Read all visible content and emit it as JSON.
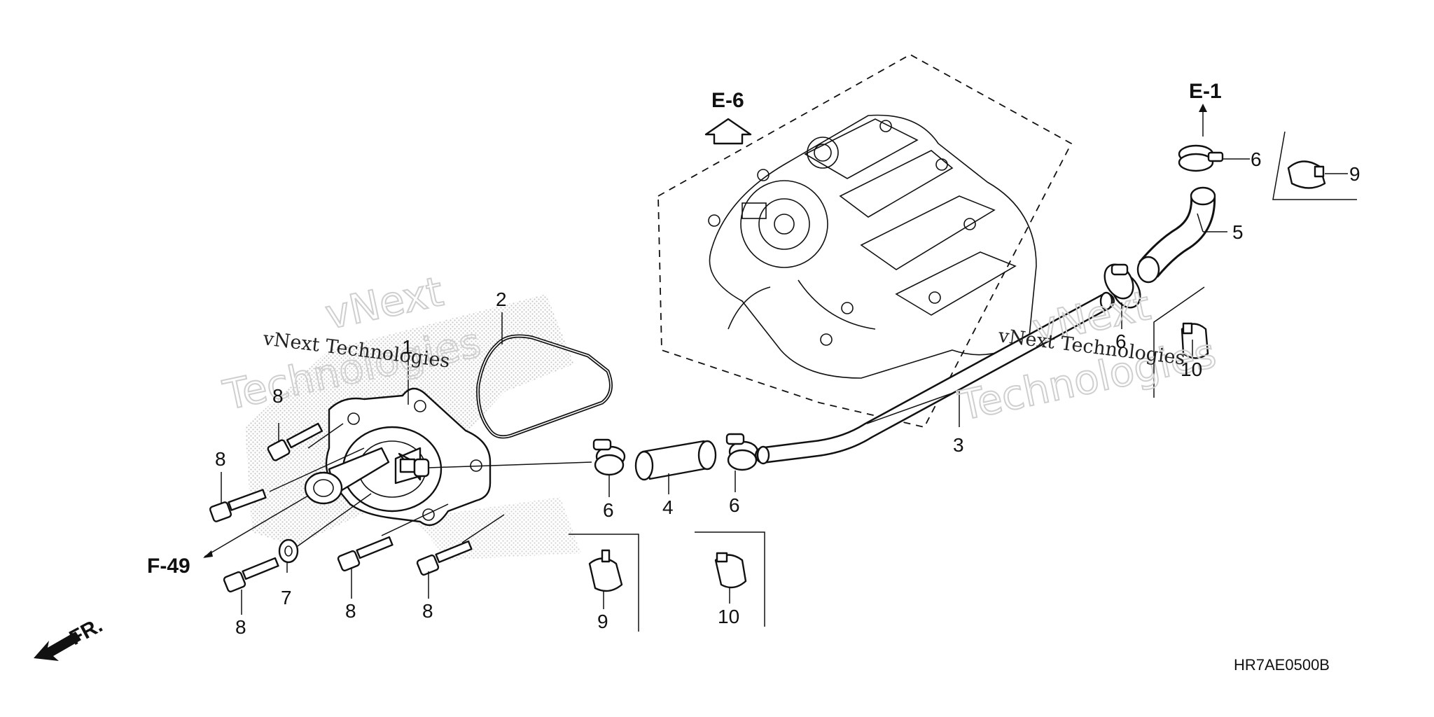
{
  "diagram": {
    "code": "HR7AE0500B",
    "front_label": "FR.",
    "refs": {
      "e6": "E-6",
      "e1": "E-1",
      "f49": "F-49"
    },
    "watermark": {
      "line1": "vNext",
      "line2": "Technologies",
      "caption": "vNext Technologies"
    },
    "callouts": {
      "c1": "1",
      "c2": "2",
      "c3": "3",
      "c4": "4",
      "c5": "5",
      "c6a": "6",
      "c6b": "6",
      "c6c": "6",
      "c6d": "6",
      "c7": "7",
      "c8a": "8",
      "c8b": "8",
      "c8c": "8",
      "c8d": "8",
      "c8e": "8",
      "c9a": "9",
      "c9b": "9",
      "c10a": "10",
      "c10b": "10"
    },
    "icons": [
      "fr-arrow-icon",
      "up-arrow-icon"
    ]
  }
}
